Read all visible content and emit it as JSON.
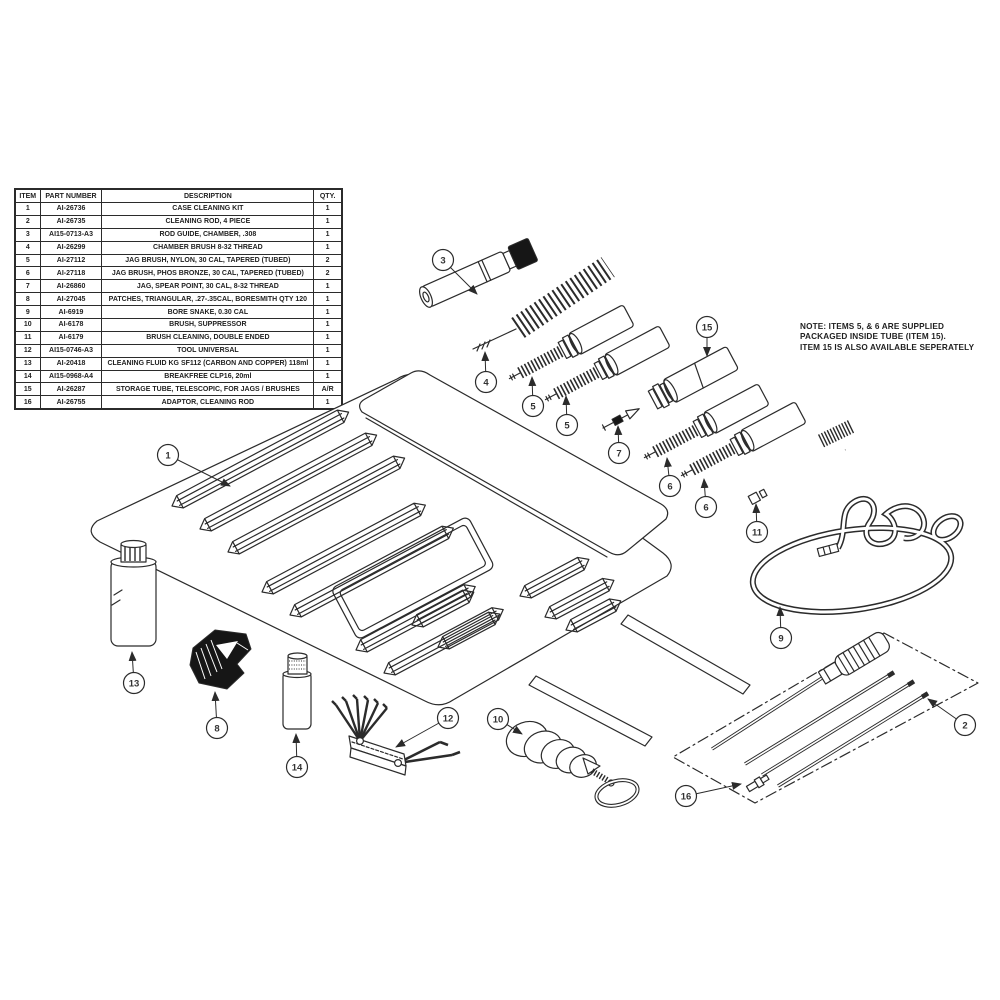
{
  "colors": {
    "ink": "#2b2b2b",
    "text": "#1f1f1f"
  },
  "table": {
    "headers": [
      "ITEM",
      "PART NUMBER",
      "DESCRIPTION",
      "QTY."
    ],
    "rows": [
      [
        "1",
        "AI-26736",
        "CASE CLEANING KIT",
        "1"
      ],
      [
        "2",
        "AI-26735",
        "CLEANING ROD, 4 PIECE",
        "1"
      ],
      [
        "3",
        "AI15-0713-A3",
        "ROD GUIDE, CHAMBER, .308",
        "1"
      ],
      [
        "4",
        "AI-26299",
        "CHAMBER BRUSH 8-32 THREAD",
        "1"
      ],
      [
        "5",
        "AI-27112",
        "JAG BRUSH, NYLON, 30 CAL, TAPERED (TUBED)",
        "2"
      ],
      [
        "6",
        "AI-27118",
        "JAG BRUSH, PHOS BRONZE, 30 CAL, TAPERED (TUBED)",
        "2"
      ],
      [
        "7",
        "AI-26860",
        "JAG, SPEAR POINT, 30 CAL, 8-32 THREAD",
        "1"
      ],
      [
        "8",
        "AI-27045",
        "PATCHES, TRIANGULAR, .27-.35CAL, BORESMITH QTY 120",
        "1"
      ],
      [
        "9",
        "AI-6919",
        "BORE SNAKE, 0.30 CAL",
        "1"
      ],
      [
        "10",
        "AI-6178",
        "BRUSH, SUPPRESSOR",
        "1"
      ],
      [
        "11",
        "AI-6179",
        "BRUSH CLEANING, DOUBLE ENDED",
        "1"
      ],
      [
        "12",
        "AI15-0746-A3",
        "TOOL UNIVERSAL",
        "1"
      ],
      [
        "13",
        "AI-20418",
        "CLEANING FLUID KG SF112 (CARBON AND COPPER) 118ml",
        "1"
      ],
      [
        "14",
        "AI15-0968-A4",
        "BREAKFREE CLP16, 20ml",
        "1"
      ],
      [
        "15",
        "AI-26287",
        "STORAGE TUBE, TELESCOPIC, FOR JAGS / BRUSHES",
        "A/R"
      ],
      [
        "16",
        "AI-26755",
        "ADAPTOR, CLEANING ROD",
        "1"
      ]
    ]
  },
  "note": {
    "line1": "NOTE: ITEMS 5, & 6 ARE SUPPLIED",
    "line2": "PACKAGED INSIDE TUBE (ITEM 15).",
    "line3": "ITEM 15 IS ALSO AVAILABLE SEPERATELY"
  },
  "callouts": {
    "labels": [
      "1",
      "3",
      "4",
      "5",
      "5",
      "7",
      "15",
      "6",
      "6",
      "11",
      "9",
      "2",
      "16",
      "13",
      "8",
      "14",
      "12",
      "10"
    ]
  }
}
